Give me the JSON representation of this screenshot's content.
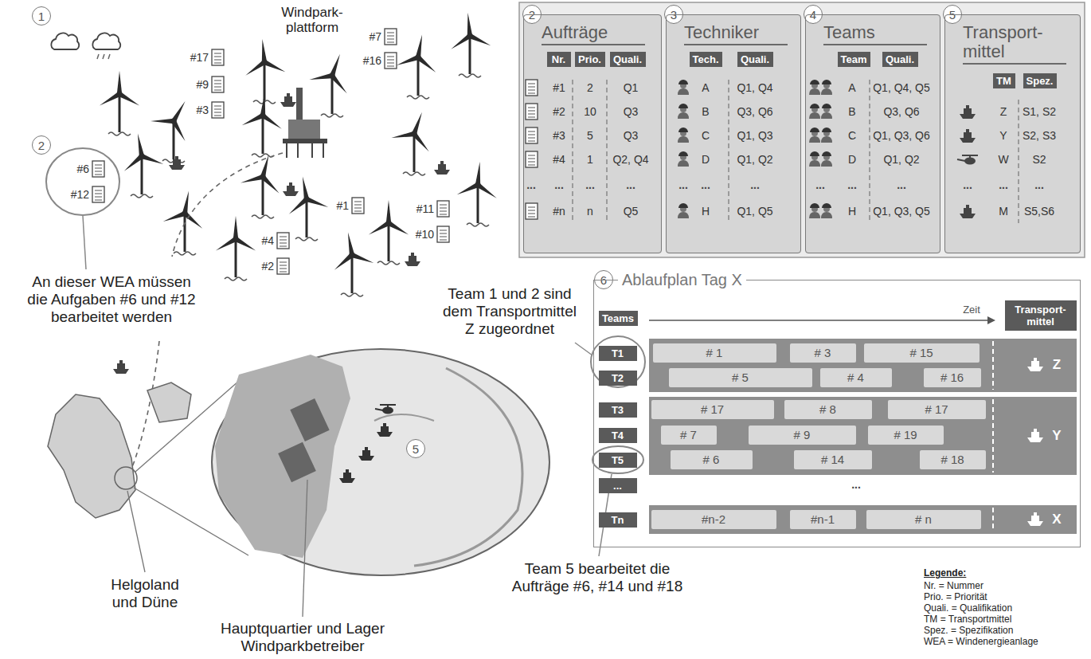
{
  "diagram": {
    "nodes": [
      {
        "text": [
          "1"
        ]
      },
      {
        "text": [
          "2"
        ]
      },
      {
        "text": [
          "5"
        ]
      },
      {
        "text": [
          "2"
        ]
      },
      {
        "text": [
          "Aufträge"
        ]
      },
      {
        "text": [
          "Nr."
        ],
        "in": 4
      },
      {
        "text": [
          "Prio."
        ],
        "in": 4
      },
      {
        "text": [
          "Quali."
        ],
        "in": 4
      },
      {
        "text": [
          "3"
        ]
      },
      {
        "text": [
          "Techniker"
        ]
      },
      {
        "text": [
          "Tech."
        ],
        "in": 9
      },
      {
        "text": [
          "Quali."
        ],
        "in": 9
      },
      {
        "text": [
          "4"
        ]
      },
      {
        "text": [
          "Teams"
        ]
      },
      {
        "text": [
          "Team"
        ],
        "in": 13
      },
      {
        "text": [
          "Quali."
        ],
        "in": 13
      },
      {
        "text": [
          "5"
        ]
      },
      {
        "text": [
          "Transport- mittel"
        ]
      },
      {
        "text": [
          "TM"
        ],
        "in": 17
      },
      {
        "text": [
          "Spez."
        ],
        "in": 17
      },
      {
        "text": [
          "6"
        ]
      },
      {
        "text": [
          "Ablaufplan Tag X"
        ]
      },
      {
        "text": [
          "Teams"
        ],
        "in": 21
      },
      {
        "text": [
          "Transport- mittel"
        ],
        "in": 21
      },
      {
        "text": [
          "T1"
        ],
        "in": 21
      },
      {
        "text": [
          "T2"
        ],
        "in": 21
      },
      {
        "text": [
          "T3"
        ],
        "in": 21
      },
      {
        "text": [
          "T4"
        ],
        "in": 21
      },
      {
        "text": [
          "T5"
        ],
        "in": 21
      },
      {
        "text": [
          "..."
        ],
        "in": 21
      },
      {
        "text": [
          "Tn"
        ],
        "in": 21
      },
      {
        "text": [
          "# 1"
        ],
        "in": 21
      },
      {
        "text": [
          "# 3"
        ],
        "in": 21
      },
      {
        "text": [
          "# 15"
        ],
        "in": 21
      },
      {
        "text": [
          "# 5"
        ],
        "in": 21
      },
      {
        "text": [
          "# 4"
        ],
        "in": 21
      },
      {
        "text": [
          "# 16"
        ],
        "in": 21
      },
      {
        "text": [
          "# 17"
        ],
        "in": 21
      },
      {
        "text": [
          "# 8"
        ],
        "in": 21
      },
      {
        "text": [
          "# 17"
        ],
        "in": 21
      },
      {
        "text": [
          "# 7"
        ],
        "in": 21
      },
      {
        "text": [
          "# 9"
        ],
        "in": 21
      },
      {
        "text": [
          "# 19"
        ],
        "in": 21
      },
      {
        "text": [
          "# 6"
        ],
        "in": 21
      },
      {
        "text": [
          "# 14"
        ],
        "in": 21
      },
      {
        "text": [
          "# 18"
        ],
        "in": 21
      },
      {
        "text": [
          "#n-2"
        ],
        "in": 21
      },
      {
        "text": [
          "#n-1"
        ],
        "in": 21
      },
      {
        "text": [
          "# n"
        ],
        "in": 21
      }
    ],
    "labels": [
      "Windpark- plattform",
      "#17",
      "#9",
      "#3",
      "#7",
      "#16",
      "#6",
      "#12",
      "#1",
      "#11",
      "#10",
      "#4",
      "#2",
      "An dieser WEA müssen die Aufgaben #6 und #12 bearbeitet werden",
      "Helgoland und Düne",
      "Hauptquartier und Lager Windparkbetreiber",
      "#1",
      "2",
      "Q1",
      "#2",
      "10",
      "Q3",
      "#3",
      "5",
      "Q3",
      "#4",
      "1",
      "Q2, Q4",
      "...",
      "...",
      "...",
      "...",
      "#n",
      "n",
      "Q5",
      "A",
      "Q1, Q4",
      "B",
      "Q3, Q6",
      "C",
      "Q1, Q3",
      "D",
      "Q1, Q2",
      "...",
      "...",
      "...",
      "H",
      "Q1, Q5",
      "A",
      "Q1, Q4, Q5",
      "B",
      "Q3, Q6",
      "C",
      "Q1, Q3, Q6",
      "D",
      "Q1, Q2",
      "...",
      "...",
      "...",
      "H",
      "Q1, Q3, Q5",
      "Z",
      "S1, S2",
      "Y",
      "S2, S3",
      "W",
      "S2",
      "...",
      "...",
      "...",
      "M",
      "S5,S6",
      "Zeit",
      "Z",
      "Y",
      "...",
      "X",
      "Team 1 und 2 sind dem Transportmittel Z zugeordnet",
      "Team 5 bearbeitet die Aufträge #6, #14 und #18",
      "Legende:",
      "Nr. = Nummer",
      "Prio. = Priorität",
      "Quali. = Qualifikation",
      "TM = Transportmittel",
      "Spez. = Spezifikation",
      "WEA = Windenergieanlage"
    ]
  }
}
